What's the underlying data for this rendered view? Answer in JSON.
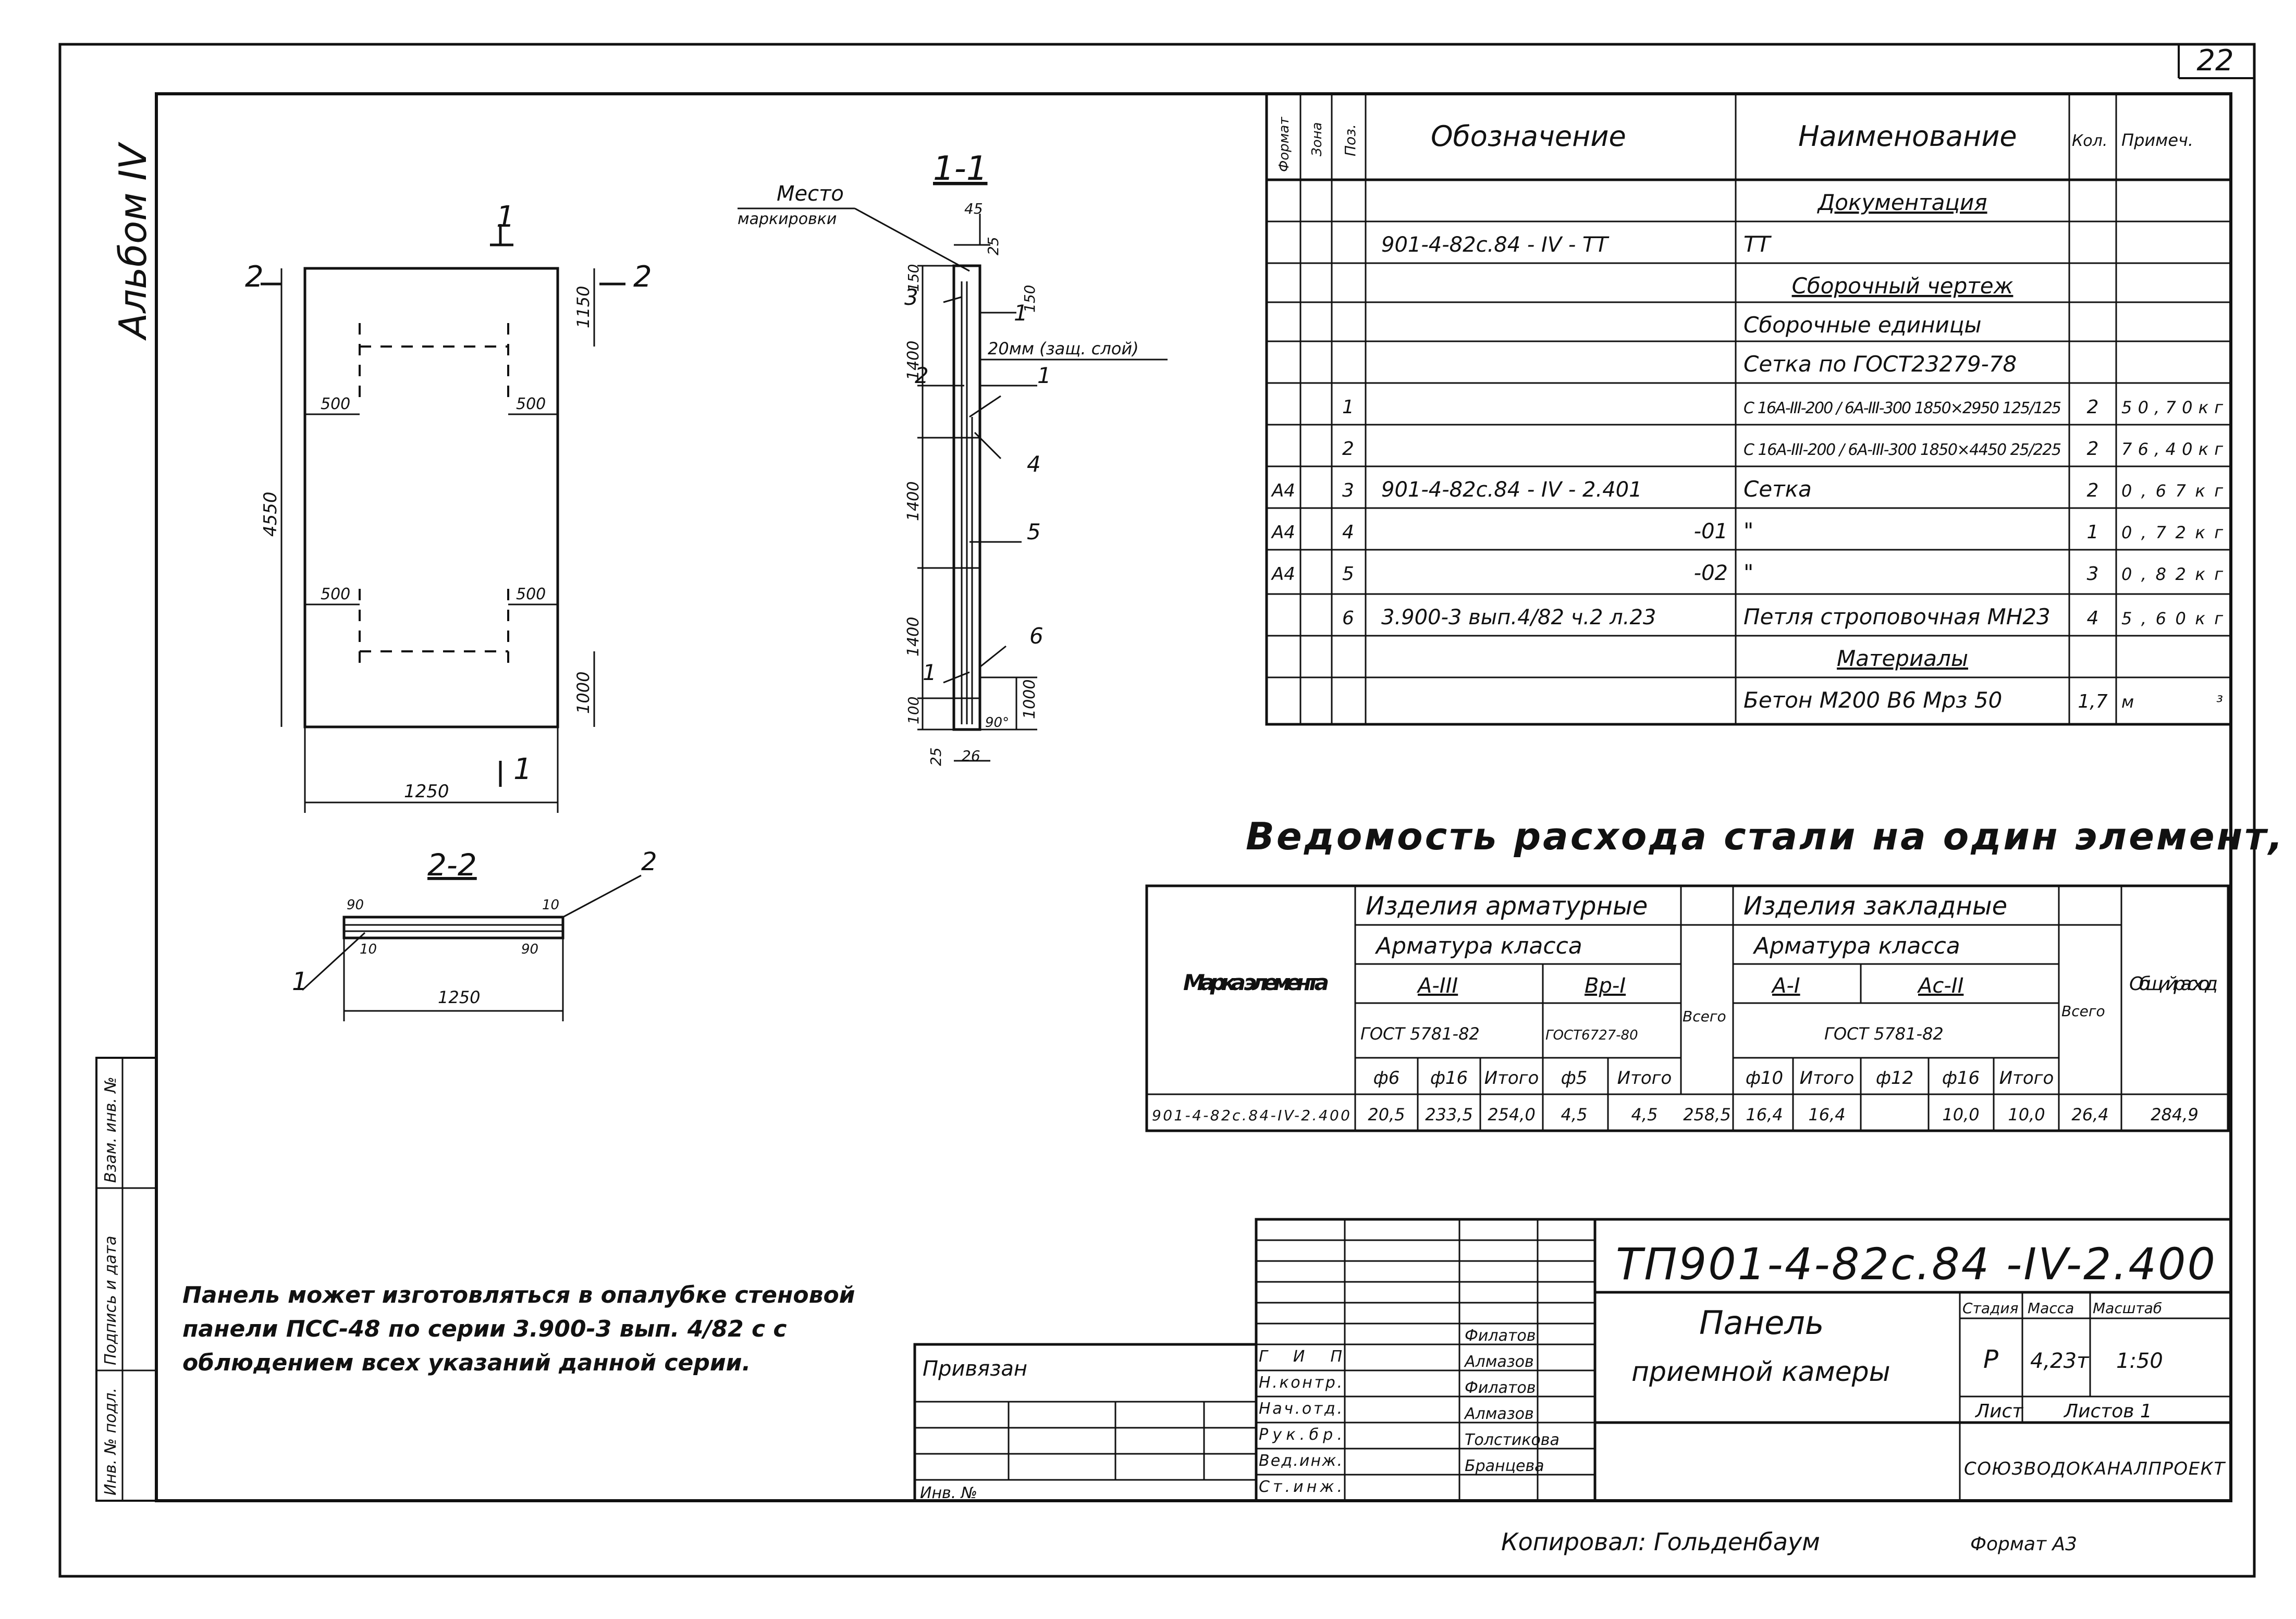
{
  "sheet": {
    "number": "22",
    "album": "Альбом IV"
  },
  "spec": {
    "headers": {
      "format": "Формат",
      "zone": "Зона",
      "pos": "Поз.",
      "designation": "Обозначение",
      "name": "Наименование",
      "qty": "Кол.",
      "note": "Примеч."
    },
    "rows": [
      {
        "fmt": "",
        "pos": "",
        "designation": "",
        "name": "Документация",
        "qty": "",
        "note": ""
      },
      {
        "fmt": "",
        "pos": "",
        "designation": "901-4-82с.84 - IV - ТТ",
        "name": "ТТ",
        "qty": "",
        "note": ""
      },
      {
        "fmt": "",
        "pos": "",
        "designation": "",
        "name": "Сборочный чертеж",
        "qty": "",
        "note": ""
      },
      {
        "fmt": "",
        "pos": "",
        "designation": "",
        "name": "Сборочные единицы",
        "qty": "",
        "note": ""
      },
      {
        "fmt": "",
        "pos": "",
        "designation": "",
        "name": "Сетка по ГОСТ23279-78",
        "qty": "",
        "note": ""
      },
      {
        "fmt": "",
        "pos": "1",
        "designation": "",
        "name": "С 16А-III-200 / 6А-III-300 1850×2950 125/125",
        "qty": "2",
        "note": "50,70кг"
      },
      {
        "fmt": "",
        "pos": "2",
        "designation": "",
        "name": "С 16А-III-200 / 6А-III-300 1850×4450 25/225",
        "qty": "2",
        "note": "76,40кг"
      },
      {
        "fmt": "А4",
        "pos": "3",
        "designation": "901-4-82с.84 - IV - 2.401",
        "name": "Сетка",
        "qty": "2",
        "note": "0,67кг"
      },
      {
        "fmt": "А4",
        "pos": "4",
        "designation": "-01",
        "name": "\"",
        "qty": "1",
        "note": "0,72кг"
      },
      {
        "fmt": "А4",
        "pos": "5",
        "designation": "-02",
        "name": "\"",
        "qty": "3",
        "note": "0,82кг"
      },
      {
        "fmt": "",
        "pos": "6",
        "designation": "3.900-3 вып.4/82 ч.2 л.23",
        "name": "Петля строповочная МН23",
        "qty": "4",
        "note": "5,60кг"
      },
      {
        "fmt": "",
        "pos": "",
        "designation": "",
        "name": "Материалы",
        "qty": "",
        "note": ""
      },
      {
        "fmt": "",
        "pos": "",
        "designation": "",
        "name": "Бетон М200 В6 Мрз 50",
        "qty": "1,7",
        "note": "м³"
      }
    ]
  },
  "steel": {
    "title": "Ведомость расхода стали на один элемент, кг",
    "mark_header": "Марка элемента",
    "rebar_group": "Изделия арматурные",
    "embed_group": "Изделия закладные",
    "class_label": "Арматура класса",
    "total_label": "Всего",
    "overall_label": "Общий расход",
    "cls_a3": "А-III",
    "cls_bp1": "Вр-I",
    "cls_a1": "А-I",
    "cls_as2": "Ас-II",
    "gost_5781": "ГОСТ 5781-82",
    "gost_6727": "ГОСТ6727-80",
    "subheads": [
      "ф6",
      "ф16",
      "Итого",
      "ф5",
      "Итого",
      "ф10",
      "Итого",
      "ф12",
      "ф16",
      "Итого"
    ],
    "row": {
      "mark": "901-4-82с.84-IV-2.400",
      "values": [
        "20,5",
        "233,5",
        "254,0",
        "4,5",
        "4,5",
        "258,5",
        "16,4",
        "16,4",
        "",
        "10,0",
        "10,0",
        "26,4",
        "284,9"
      ]
    }
  },
  "drawing": {
    "section1": "1-1",
    "section2": "2-2",
    "cut_marks": [
      "1",
      "1",
      "2",
      "2"
    ],
    "mark_place": "Место",
    "mark_place2": "маркировки",
    "cover_label": "20мм (защ. слой)",
    "pos_labels": [
      "1",
      "2",
      "3",
      "4",
      "5",
      "6",
      "1"
    ],
    "dims_front": [
      "1150",
      "500",
      "500",
      "4550",
      "500",
      "500",
      "1000",
      "1250"
    ],
    "dims_section": [
      "45",
      "25",
      "150",
      "150",
      "1400",
      "1400",
      "1400",
      "100",
      "1000",
      "25",
      "26",
      "90°"
    ],
    "dims_plan": [
      "90",
      "10",
      "10",
      "90",
      "1250"
    ]
  },
  "note": "Панель может изготовляться в опалубке стеновой панели ПСС-48 по серии 3.900-3 вып. 4/82 с соблюдением всех указаний данной серии.",
  "stamp": {
    "doc_code": "ТП901-4-82с.84 -IV-2.400",
    "title": "Панель приемной камеры",
    "stage_label": "Стадия",
    "mass_label": "Масса",
    "scale_label": "Масштаб",
    "stage": "Р",
    "mass": "4,23т",
    "scale": "1:50",
    "sheet_label": "Лист",
    "sheets_label": "Листов 1",
    "org": "СОЮЗВОДОКАНАЛПРОЕКТ",
    "tied": "Привязан",
    "inv": "Инв. №",
    "roles": [
      "ГИП",
      "Н.контр.",
      "Нач.отд.",
      "Рук.бр.",
      "Вед.инж.",
      "Ст.инж."
    ],
    "names": [
      "Филатов",
      "Алмазов",
      "Филатов",
      "Алмазов",
      "Толстикова",
      "Бранцева"
    ],
    "side_labels": [
      "Инв. № подл.",
      "Подпись и дата",
      "Взам. инв. №"
    ],
    "copied": "Копировал: Гольденбаум",
    "format": "Формат А3"
  }
}
